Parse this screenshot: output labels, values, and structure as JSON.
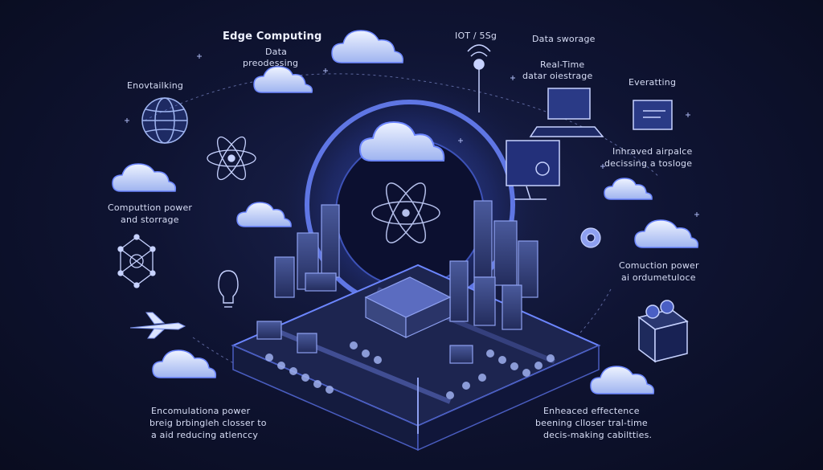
{
  "labels": {
    "edge_computing": "Edge Computing",
    "data_processing_line1": "Data",
    "data_processing_line2": "preodessing",
    "iot": "IOT / 5Sg",
    "data_storage_top": "Data sworage",
    "realtime_line1": "Real-Time",
    "realtime_line2": "datar oiestrage",
    "enovatalking": "Enovtailking",
    "everatting": "Everatting",
    "infrared_line1": "Inhraved airpalce",
    "infrared_line2": "decissing a tosloge",
    "computation_left_line1": "Computtion power",
    "computation_left_line2": "and storrage",
    "computation_right_line1": "Comuction power",
    "computation_right_line2": "ai ordumetuloce",
    "bottom_left_line1": "Encomulationa power",
    "bottom_left_line2": "breig brbingleh closser to",
    "bottom_left_line3": "a aid reducing atlenccy",
    "bottom_right_line1": "Enheaced effectence",
    "bottom_right_line2": "beening clloser tral-time",
    "bottom_right_line3": "decis-making cabiltties."
  },
  "colors": {
    "background": "#0f1433",
    "cloud_fill": "#cfdcff",
    "accent_blue": "#4a6cf7",
    "line": "#aab6ee",
    "building": "#3a4780"
  }
}
